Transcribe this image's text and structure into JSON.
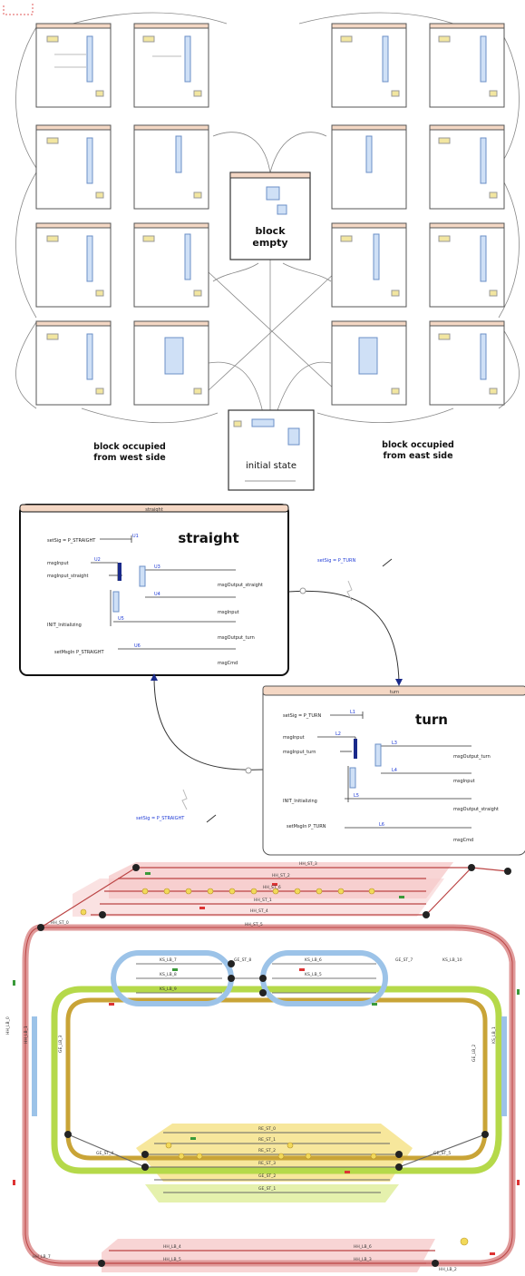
{
  "colors": {
    "state_header": "#f4d7c4",
    "block_fill": "#ffffff",
    "block_border": "#555555",
    "label_blue": "#1f3bd6",
    "track_pink": "#f4b6b6",
    "track_pink_line": "#d86a6a",
    "track_green": "#b5d94a",
    "track_blue": "#9cc3e8",
    "track_yellow": "#f2d95a",
    "track_gold": "#c9a437",
    "node_fill": "#222222"
  },
  "top_diagram": {
    "center_state": {
      "title": "block\nempty",
      "line1": "block",
      "line2": "empty"
    },
    "initial_state": {
      "label": "initial state"
    },
    "west_caption": {
      "line1": "block occupied",
      "line2": "from west side"
    },
    "east_caption": {
      "line1": "block occupied",
      "line2": "from east side"
    }
  },
  "middle_diagram": {
    "straight_state": {
      "header": "straight",
      "title": "straight",
      "lines": [
        "setSig = P_STRAIGHT",
        "msgInput",
        "msgInput_straight",
        "INIT_Initializing",
        "setMsgIn P_STRAIGHT"
      ],
      "outputs": [
        "msgOutput_straight",
        "msgInput",
        "msgOutput_turn",
        "msgCmd"
      ],
      "tags": [
        "U1",
        "U2",
        "U3",
        "U4",
        "U5",
        "U6"
      ]
    },
    "turn_state": {
      "header": "turn",
      "title": "turn",
      "lines": [
        "setSig = P_TURN",
        "msgInput",
        "msgInput_turn",
        "INIT_Initializing",
        "setMsgIn P_TURN"
      ],
      "outputs": [
        "msgOutput_turn",
        "msgInput",
        "msgOutput_straight",
        "msgCmd"
      ],
      "tags": [
        "L1",
        "L2",
        "L3",
        "L4",
        "L5",
        "L6"
      ]
    },
    "transition_to_turn": "setSig = P_TURN",
    "transition_to_straight": "setSig = P_STRAIGHT"
  },
  "track_labels": {
    "top": [
      "HH_ST_3",
      "HH_ST_2",
      "HH_ST_6",
      "HH_ST_1",
      "HH_ST_4",
      "HH_ST_5",
      "HH_ST_0"
    ],
    "inner_top": [
      "KS_LB_7",
      "KS_LB_8",
      "KS_LB_9",
      "GE_ST_8",
      "KS_LB_6",
      "KS_LB_5",
      "GE_ST_7",
      "KS_LB_10"
    ],
    "middle": [
      "RE_ST_0",
      "RE_ST_1",
      "RE_ST_2",
      "RE_ST_3",
      "GE_ST_2",
      "GE_ST_1",
      "GE_ST_4",
      "GE_ST_5"
    ],
    "side": [
      "HH_LB_0",
      "HH_LB_1",
      "GE_LB_3",
      "GE_LB_2",
      "KS_LB_1"
    ],
    "bottom": [
      "HH_LB_4",
      "HH_LB_5",
      "HH_LB_6",
      "HH_LB_7",
      "HH_LB_3",
      "HH_LB_2"
    ]
  }
}
